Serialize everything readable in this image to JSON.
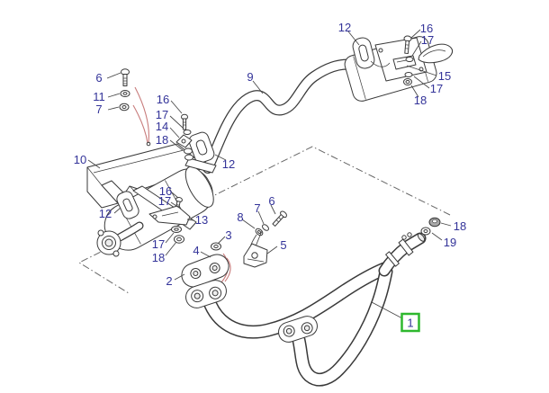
{
  "diagram": {
    "kind": "exploded-parts-diagram",
    "highlighted_callout": "1",
    "colors": {
      "background": "#ffffff",
      "callout_text": "#333399",
      "line_art": "#3a3a3a",
      "highlight_box_border": "#2eb82e",
      "pointer_curves": "#c87c7c",
      "section_line": "#666666"
    },
    "callouts": [
      {
        "label": "6"
      },
      {
        "label": "11"
      },
      {
        "label": "7"
      },
      {
        "label": "16"
      },
      {
        "label": "17"
      },
      {
        "label": "14"
      },
      {
        "label": "18"
      },
      {
        "label": "10"
      },
      {
        "label": "12"
      },
      {
        "label": "9"
      },
      {
        "label": "12"
      },
      {
        "label": "16"
      },
      {
        "label": "17"
      },
      {
        "label": "15"
      },
      {
        "label": "17"
      },
      {
        "label": "18"
      },
      {
        "label": "12"
      },
      {
        "label": "16"
      },
      {
        "label": "17"
      },
      {
        "label": "13"
      },
      {
        "label": "17"
      },
      {
        "label": "18"
      },
      {
        "label": "4"
      },
      {
        "label": "3"
      },
      {
        "label": "8"
      },
      {
        "label": "7"
      },
      {
        "label": "6"
      },
      {
        "label": "5"
      },
      {
        "label": "2"
      },
      {
        "label": "18"
      },
      {
        "label": "19"
      },
      {
        "label": "1",
        "highlighted": true
      }
    ]
  }
}
